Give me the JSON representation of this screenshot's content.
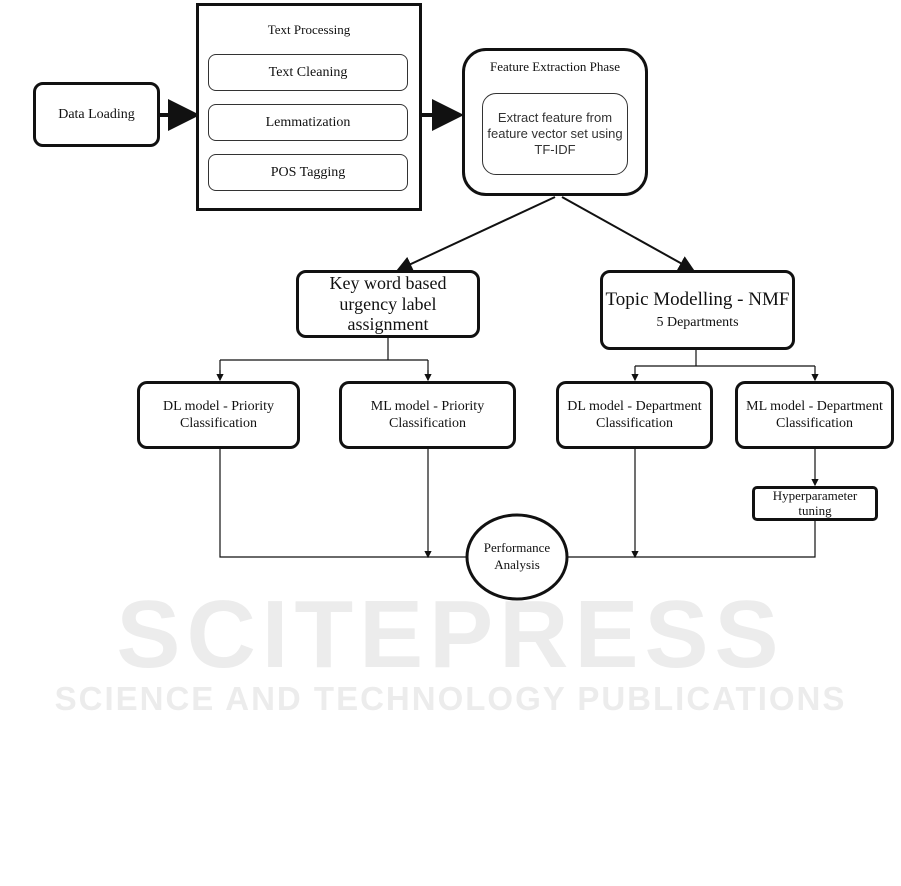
{
  "watermark": {
    "main": "SCITEPRESS",
    "sub": "SCIENCE AND TECHNOLOGY PUBLICATIONS"
  },
  "nodes": {
    "data_loading": "Data Loading",
    "text_processing": {
      "title": "Text Processing",
      "steps": [
        "Text Cleaning",
        "Lemmatization",
        "POS Tagging"
      ]
    },
    "feature_extraction": {
      "title": "Feature Extraction Phase",
      "detail": "Extract feature from feature vector set using TF-IDF"
    },
    "keyword": "Key word based urgency label assignment",
    "topic": {
      "title": "Topic Modelling - NMF",
      "sub": "5 Departments"
    },
    "dl_priority": "DL model - Priority Classification",
    "ml_priority": "ML model - Priority Classification",
    "dl_department": "DL model - Department Classification",
    "ml_department": "ML model - Department Classification",
    "hyperparameter": "Hyperparameter tuning",
    "performance": "Performance Analysis"
  }
}
